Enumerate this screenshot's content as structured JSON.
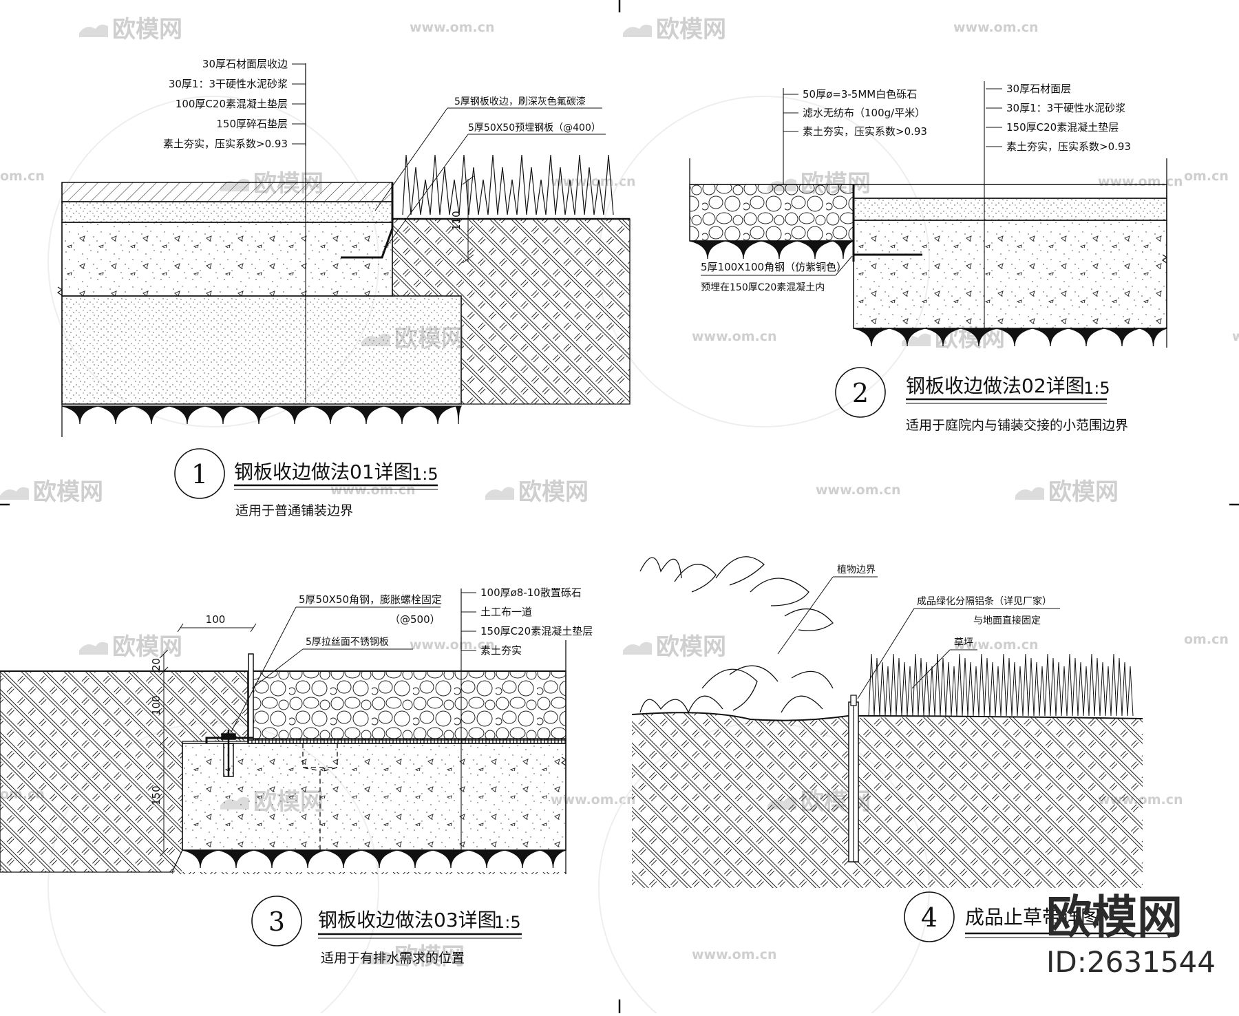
{
  "watermark": {
    "logo_text": "欧模网",
    "url": "www.om.cn",
    "url_short": "om.cn"
  },
  "brand": {
    "name": "欧模网",
    "id": "ID:2631544"
  },
  "detail_1": {
    "number": "1",
    "title": "钢板收边做法01详图",
    "scale": "1:5",
    "subtitle": "适用于普通铺装边界",
    "layers": [
      "30厚石材面层收边",
      "30厚1：3干硬性水泥砂浆",
      "100厚C20素混凝土垫层",
      "150厚碎石垫层",
      "素土夯实，压实系数>0.93"
    ],
    "callout_a": "5厚钢板收边，刷深灰色氟碳漆",
    "callout_b": "5厚50X50预埋钢板（@400）",
    "dim": "110"
  },
  "detail_2": {
    "number": "2",
    "title": "钢板收边做法02详图",
    "scale": "1:5",
    "subtitle": "适用于庭院内与铺装交接的小范围边界",
    "left_layers": [
      "50厚ø=3-5MM白色砾石",
      "滤水无纺布（100g/平米）",
      "素土夯实，压实系数>0.93"
    ],
    "right_layers": [
      "30厚石材面层",
      "30厚1：3干硬性水泥砂浆",
      "150厚C20素混凝土垫层",
      "素土夯实，压实系数>0.93"
    ],
    "callout_a": "5厚100X100角钢（仿紫铜色）",
    "callout_b": "预埋在150厚C20素混凝土内"
  },
  "detail_3": {
    "number": "3",
    "title": "钢板收边做法03详图",
    "scale": "1:5",
    "subtitle": "适用于有排水需求的位置",
    "layers": [
      "100厚ø8-10散置砾石",
      "土工布一道",
      "150厚C20素混凝土垫层",
      "素土夯实"
    ],
    "callout_a": "5厚50X50角钢，膨胀螺栓固定",
    "callout_a2": "（@500）",
    "callout_b": "5厚拉丝面不锈钢板",
    "dims": [
      "100",
      "20",
      "100",
      "150"
    ]
  },
  "detail_4": {
    "number": "4",
    "title": "成品止草带详图",
    "label_plant": "植物边界",
    "label_strip": "成品绿化分隔铝条（详见厂家）",
    "label_strip2": "与地面直接固定",
    "label_lawn": "草坪"
  }
}
